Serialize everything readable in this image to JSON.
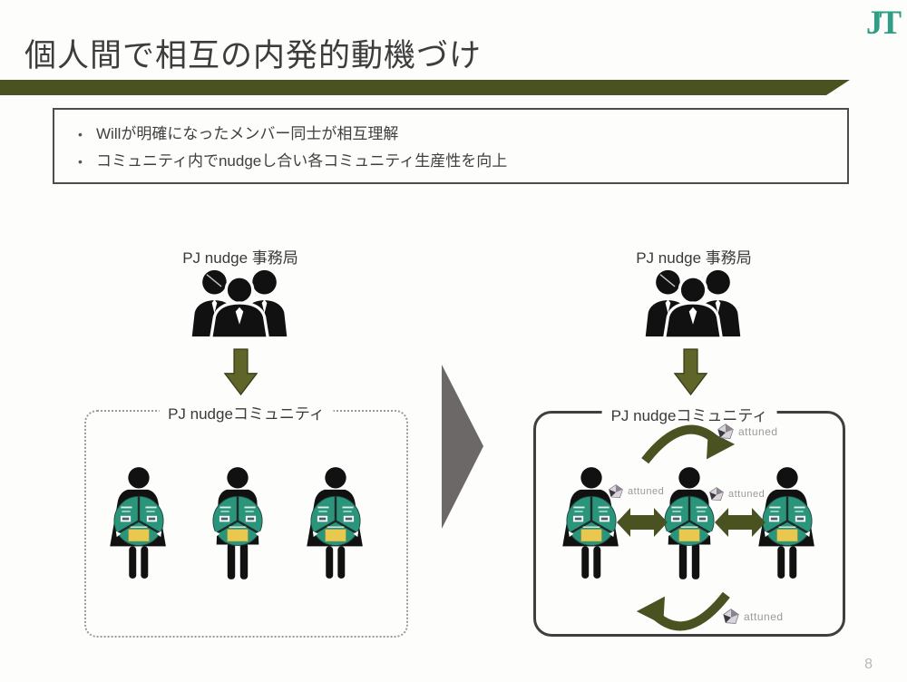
{
  "slide": {
    "title": "個人間で相互の内発的動機づけ",
    "logo_text": "JT",
    "page_number": "8"
  },
  "summary": {
    "bullet_char": "•",
    "bullets": [
      "Willが明確になったメンバー同士が相互理解",
      "コミュニティ内でnudgeし合い各コミュニティ生産性を向上"
    ]
  },
  "diagram": {
    "secretariat_label": "PJ nudge 事務局",
    "community_label": "PJ nudgeコミュニティ",
    "attuned_label": "attuned"
  },
  "colors": {
    "accent_olive": "#4a5222",
    "arrow_olive": "#5f6529",
    "teal_pie": "#2b957c",
    "badge_yellow": "#e8c84e",
    "gray_triangle": "#6d6868",
    "jt_teal": "#2f9e85"
  }
}
